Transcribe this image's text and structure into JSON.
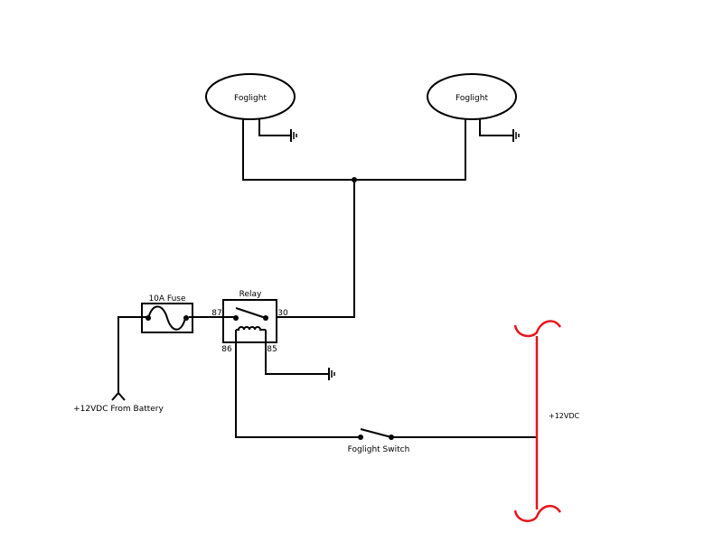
{
  "diagram": {
    "colors": {
      "wire": "#000000",
      "supply": "#e8141b",
      "background": "#ffffff"
    },
    "foglights": [
      {
        "label": "Foglight"
      },
      {
        "label": "Foglight"
      }
    ],
    "fuse": {
      "label": "10A Fuse"
    },
    "relay": {
      "label": "Relay",
      "pins": {
        "p87": "87",
        "p30": "30",
        "p86": "86",
        "p85": "85"
      }
    },
    "battery": {
      "label": "+12VDC From Battery"
    },
    "switch": {
      "label": "Foglight Switch"
    },
    "supply": {
      "label": "+12VDC"
    }
  }
}
